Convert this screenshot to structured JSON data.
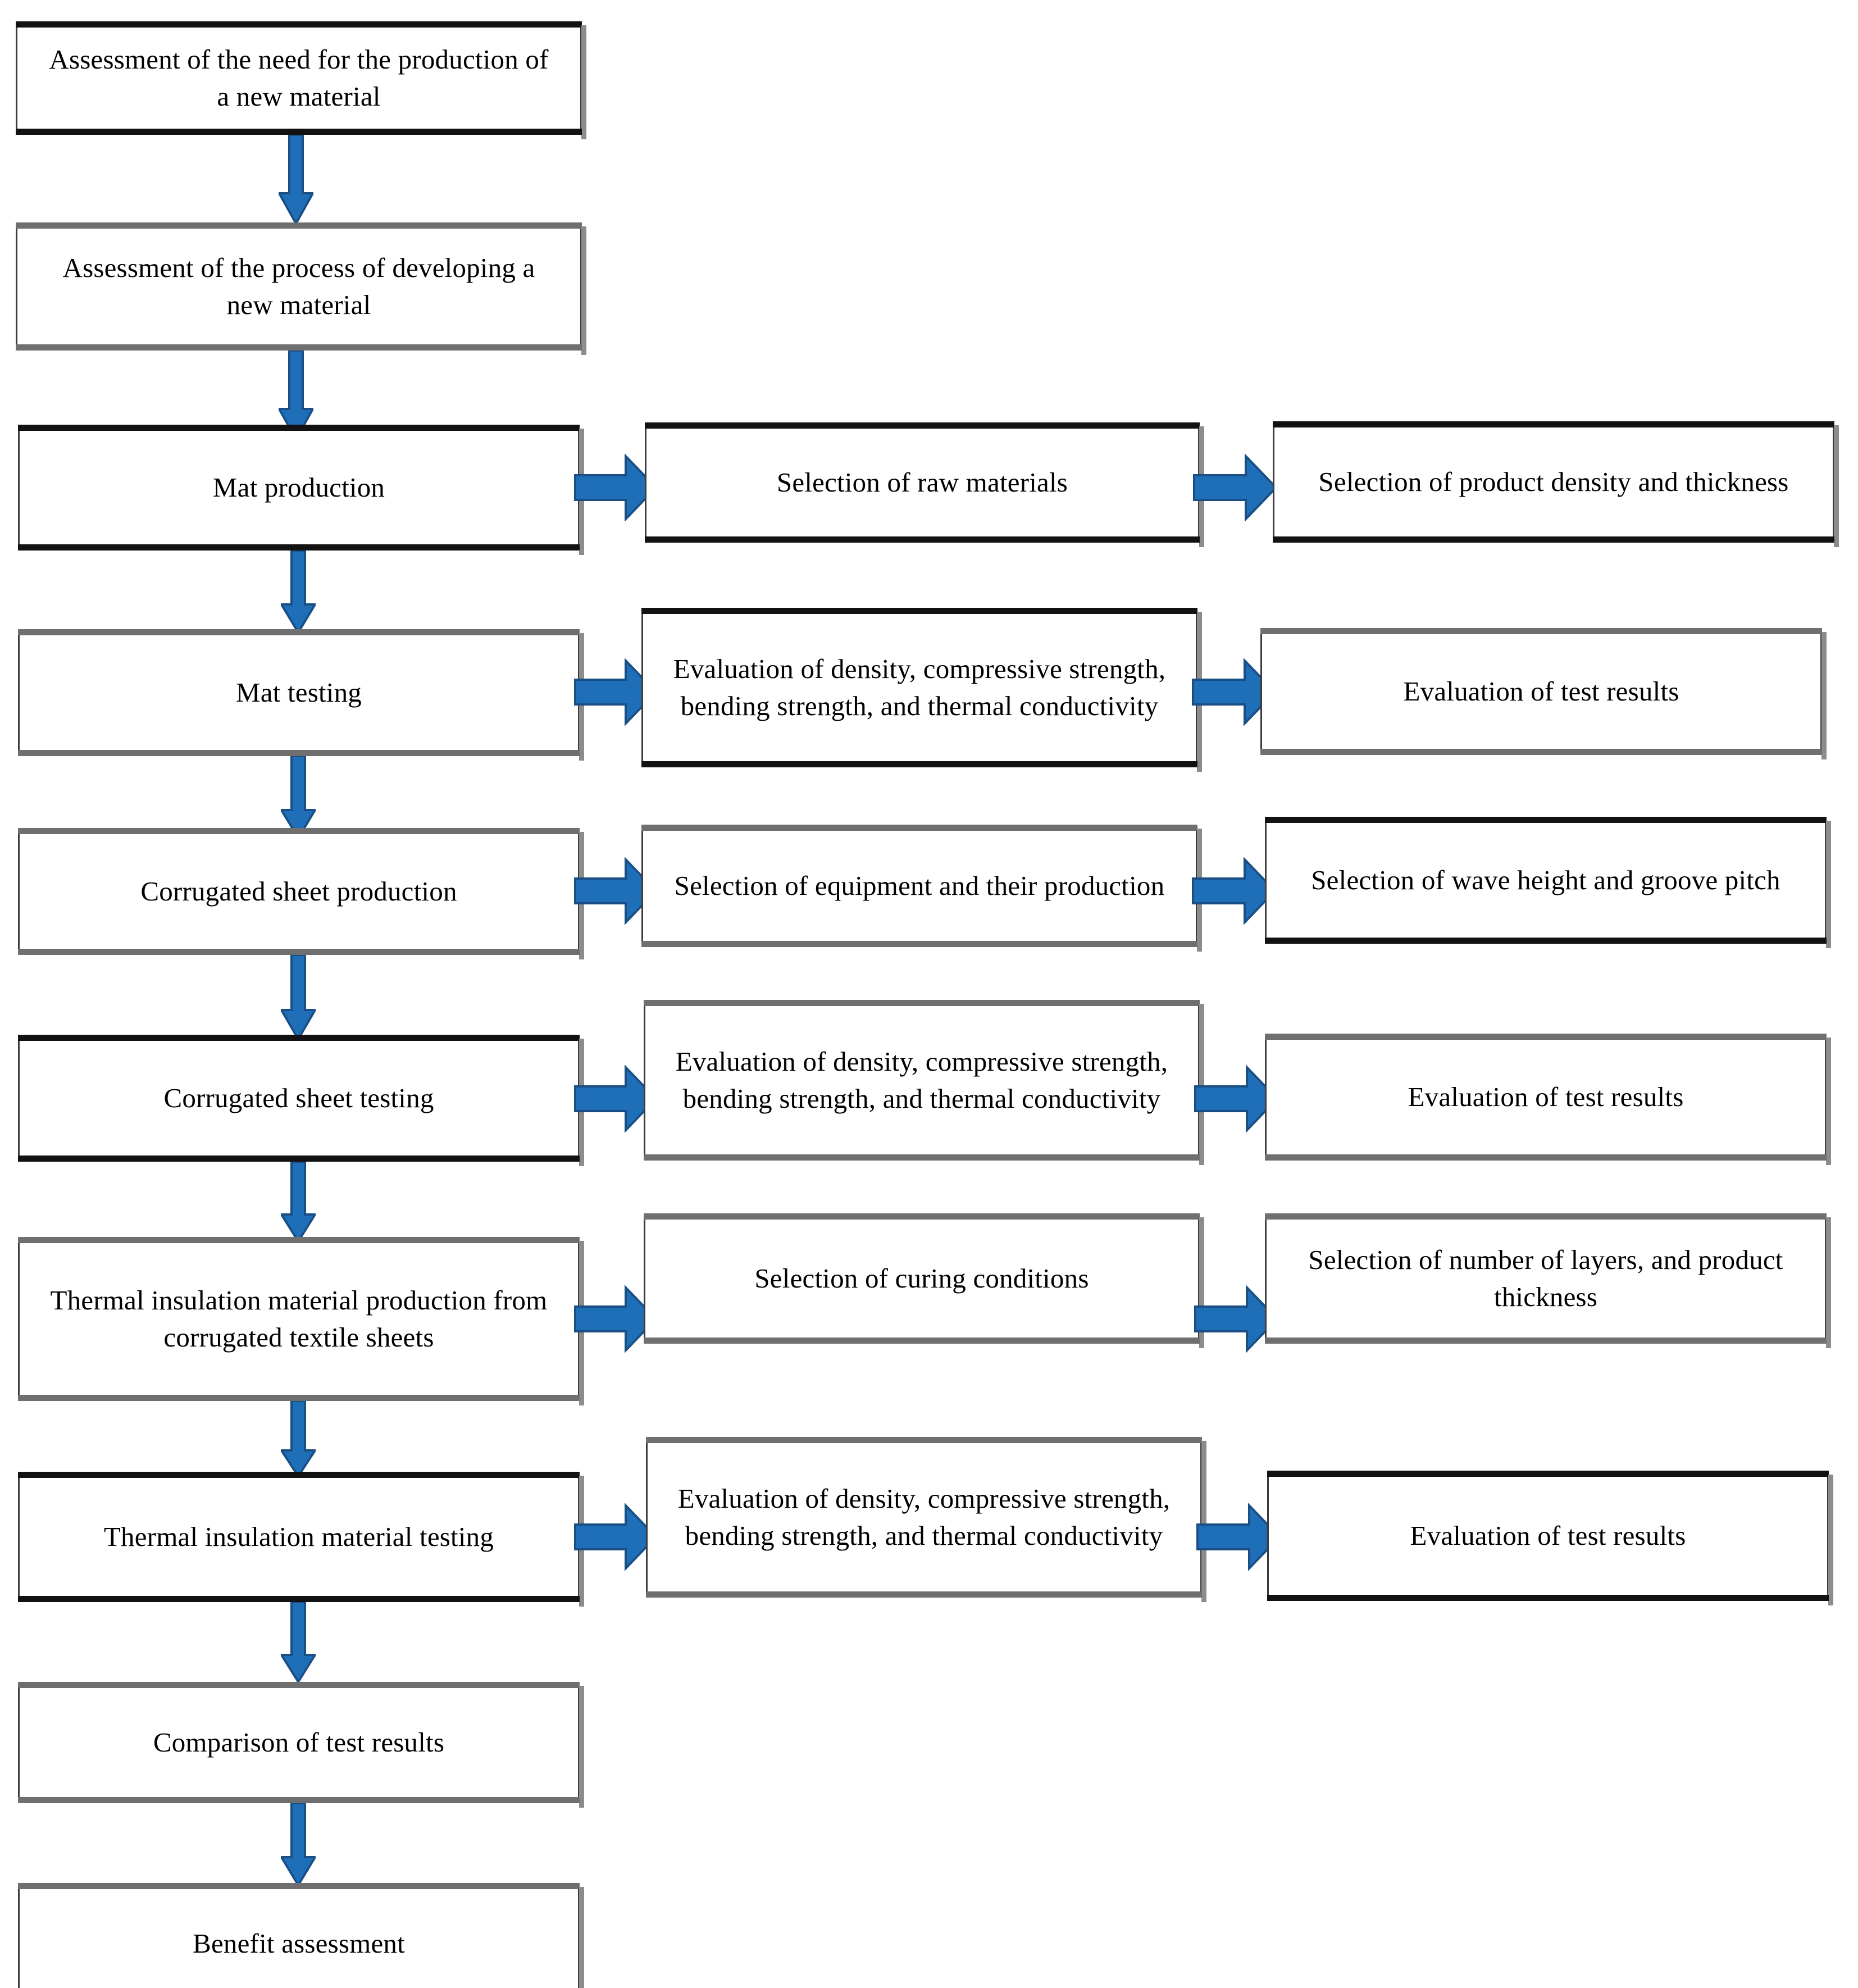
{
  "diagram": {
    "title": "Flowchart of thermal insulation material development process",
    "palette": {
      "arrow_fill": "#1f6fb8",
      "arrow_stroke": "#1a4f86",
      "box_border": "#3c3c3c",
      "box_rule_dark": "#121212",
      "box_rule_grey": "#6f6f6f",
      "box_shadow": "#8c8c8c",
      "text": "#000000",
      "background": "#ffffff"
    },
    "nodes": {
      "n1": {
        "label": "Assessment of the need for the production of a new material"
      },
      "n2": {
        "label": "Assessment of the process of developing a new material"
      },
      "n3": {
        "label": "Mat production"
      },
      "n3a": {
        "label": "Selection of raw materials"
      },
      "n3b": {
        "label": "Selection of product density and thickness"
      },
      "n4": {
        "label": "Mat testing"
      },
      "n4a": {
        "label": "Evaluation of density, compressive strength, bending strength, and thermal conductivity"
      },
      "n4b": {
        "label": "Evaluation of test results"
      },
      "n5": {
        "label": "Corrugated sheet production"
      },
      "n5a": {
        "label": "Selection of equipment and their production"
      },
      "n5b": {
        "label": "Selection of wave height and groove pitch"
      },
      "n6": {
        "label": "Corrugated sheet testing"
      },
      "n6a": {
        "label": "Evaluation of density, compressive strength, bending strength, and thermal conductivity"
      },
      "n6b": {
        "label": "Evaluation of test results"
      },
      "n7": {
        "label": "Thermal insulation material production from corrugated textile sheets"
      },
      "n7a": {
        "label": "Selection of curing conditions"
      },
      "n7b": {
        "label": "Selection of number of layers, and product thickness"
      },
      "n8": {
        "label": "Thermal insulation material testing"
      },
      "n8a": {
        "label": "Evaluation of density, compressive strength, bending strength, and thermal conductivity"
      },
      "n8b": {
        "label": "Evaluation of test results"
      },
      "n9": {
        "label": "Comparison of test results"
      },
      "n10": {
        "label": "Benefit assessment"
      }
    },
    "edges": [
      {
        "from": "n1",
        "to": "n2",
        "direction": "down"
      },
      {
        "from": "n2",
        "to": "n3",
        "direction": "down"
      },
      {
        "from": "n3",
        "to": "n3a",
        "direction": "right"
      },
      {
        "from": "n3a",
        "to": "n3b",
        "direction": "right"
      },
      {
        "from": "n3",
        "to": "n4",
        "direction": "down"
      },
      {
        "from": "n4",
        "to": "n4a",
        "direction": "right"
      },
      {
        "from": "n4a",
        "to": "n4b",
        "direction": "right"
      },
      {
        "from": "n4",
        "to": "n5",
        "direction": "down"
      },
      {
        "from": "n5",
        "to": "n5a",
        "direction": "right"
      },
      {
        "from": "n5a",
        "to": "n5b",
        "direction": "right"
      },
      {
        "from": "n5",
        "to": "n6",
        "direction": "down"
      },
      {
        "from": "n6",
        "to": "n6a",
        "direction": "right"
      },
      {
        "from": "n6a",
        "to": "n6b",
        "direction": "right"
      },
      {
        "from": "n6",
        "to": "n7",
        "direction": "down"
      },
      {
        "from": "n7",
        "to": "n7a",
        "direction": "right"
      },
      {
        "from": "n7a",
        "to": "n7b",
        "direction": "right"
      },
      {
        "from": "n7",
        "to": "n8",
        "direction": "down"
      },
      {
        "from": "n8",
        "to": "n8a",
        "direction": "right"
      },
      {
        "from": "n8a",
        "to": "n8b",
        "direction": "right"
      },
      {
        "from": "n8",
        "to": "n9",
        "direction": "down"
      },
      {
        "from": "n9",
        "to": "n10",
        "direction": "down"
      }
    ]
  }
}
